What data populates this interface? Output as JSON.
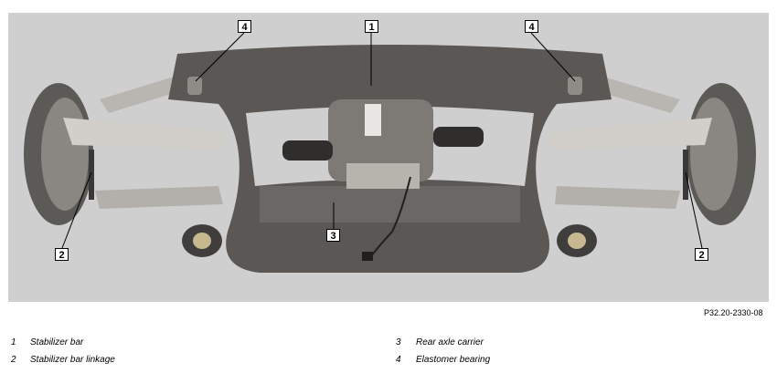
{
  "callouts": {
    "c1": "1",
    "c2l": "2",
    "c2r": "2",
    "c3": "3",
    "c4l": "4",
    "c4r": "4"
  },
  "figure_ref": "P32.20-2330-08",
  "legend": [
    {
      "num": "1",
      "text": "Stabilizer bar"
    },
    {
      "num": "2",
      "text": "Stabilizer bar linkage"
    },
    {
      "num": "3",
      "text": "Rear axle carrier"
    },
    {
      "num": "4",
      "text": "Elastomer bearing"
    }
  ],
  "labels": {
    "carrier_label": ""
  },
  "colors": {
    "background": "#cdcdcd",
    "metal_dark": "#4a4846",
    "metal_light": "#a8a6a2"
  }
}
